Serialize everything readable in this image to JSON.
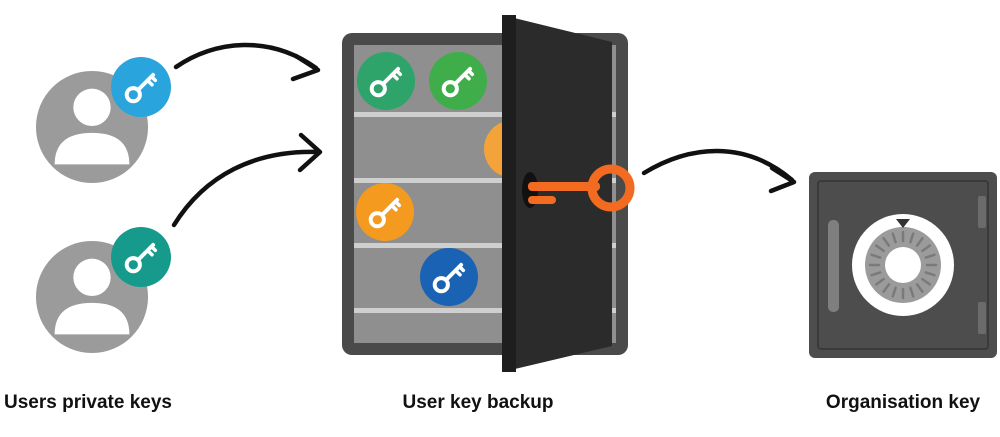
{
  "labels": {
    "users": "Users private keys",
    "backup": "User key backup",
    "org": "Organisation key"
  },
  "icons": {
    "user": "user-avatar-icon",
    "key": "key-icon",
    "arrow": "curved-arrow-icon",
    "cabinet": "key-cabinet",
    "safe": "safe-icon"
  },
  "colors": {
    "avatar": "#9b9b9b",
    "key_blue": "#29a4dd",
    "key_teal": "#159a8c",
    "key_green_dark": "#2ea36a",
    "key_green": "#3fae4a",
    "key_orange": "#f4a33a",
    "key_orange_bright": "#f49a1e",
    "key_navy": "#1a63b4",
    "master_key": "#f26b21",
    "cabinet_frame": "#4a4a4a",
    "door": "#2b2b2b",
    "safe_body": "#4d4d4d"
  }
}
